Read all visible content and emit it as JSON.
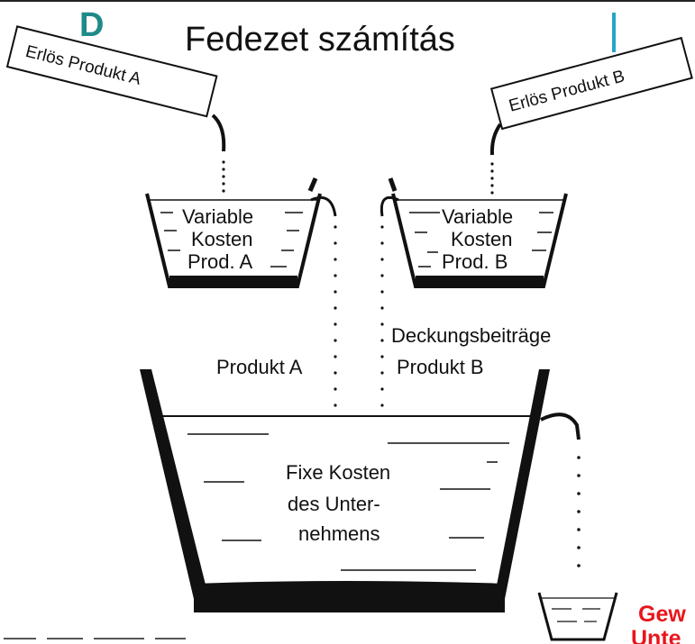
{
  "title": "Fedezet számítás",
  "title_fragment_left": "D",
  "sign_a": "Erlös Produkt A",
  "sign_b": "Erlös Produkt B",
  "vessel_a": [
    "Variable",
    "Kosten",
    "Prod. A"
  ],
  "vessel_b": [
    "Variable",
    "Kosten",
    "Prod. B"
  ],
  "contribution_label": "Deckungsbeiträge",
  "product_a_label": "Produkt A",
  "product_b_label": "Produkt B",
  "fixed_costs": [
    "Fixe Kosten",
    "des Unter-",
    "nehmens"
  ],
  "profit_label": [
    "Gew",
    "Unte"
  ],
  "colors": {
    "ink": "#111111",
    "title_fragment": "#1f8a8a",
    "profit_text": "#e8161b",
    "accent_bar": "#2aa3c9"
  }
}
